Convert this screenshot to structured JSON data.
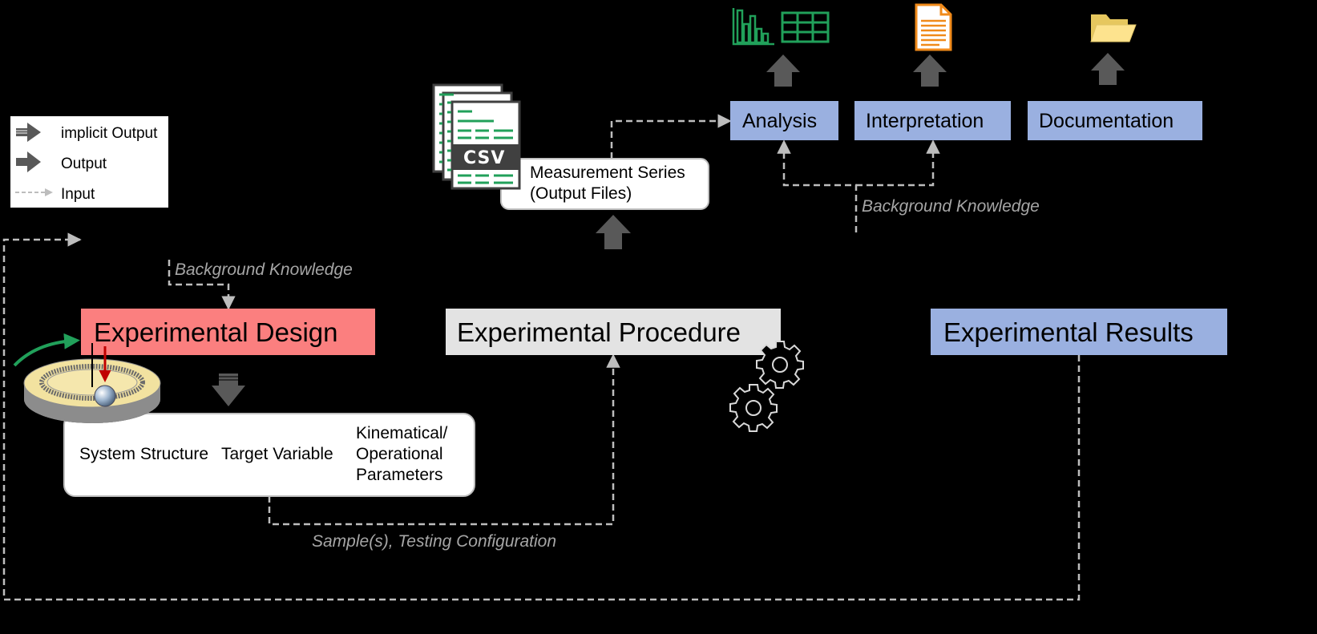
{
  "legend": {
    "implicit_output": "implicit Output",
    "output": "Output",
    "input": "Input"
  },
  "stages": {
    "design": "Experimental Design",
    "procedure": "Experimental Procedure",
    "results": "Experimental Results"
  },
  "design_outputs": {
    "system_structure": "System Structure",
    "target_variable": "Target Variable",
    "kinematical": [
      "Kinematical/",
      "Operational",
      "Parameters"
    ]
  },
  "measurement": {
    "line1": "Measurement Series",
    "line2": "(Output Files)",
    "file_badge": "CSV"
  },
  "result_steps": {
    "analysis": "Analysis",
    "interpretation": "Interpretation",
    "documentation": "Documentation"
  },
  "inputs": {
    "background_knowledge_design": "Background Knowledge",
    "background_knowledge_results": "Background Knowledge",
    "samples": "Sample(s), Testing Configuration"
  },
  "colors": {
    "background": "#000000",
    "design_box": "#fb7f7f",
    "procedure_box": "#e3e3e3",
    "results_box": "#9ab0e0",
    "arrow_gray": "#595959",
    "dashed_input": "#bdbdbd",
    "chart_icon": "#21a05a",
    "document_icon": "#f08a1a",
    "folder_icon": "#fde38e",
    "rotation_arrow": "#21a05a",
    "force_arrow": "#c00000"
  },
  "icons": {
    "implicit_output": "implicit-output-arrow-icon",
    "output": "output-arrow-icon",
    "input": "dashed-input-arrow-icon",
    "analysis_output": [
      "bar-chart-icon",
      "table-icon"
    ],
    "interpretation_output": "document-icon",
    "documentation_output": "folder-icon",
    "procedure": "gears-icon",
    "design": "pin-on-disk-tribometer-icon"
  }
}
